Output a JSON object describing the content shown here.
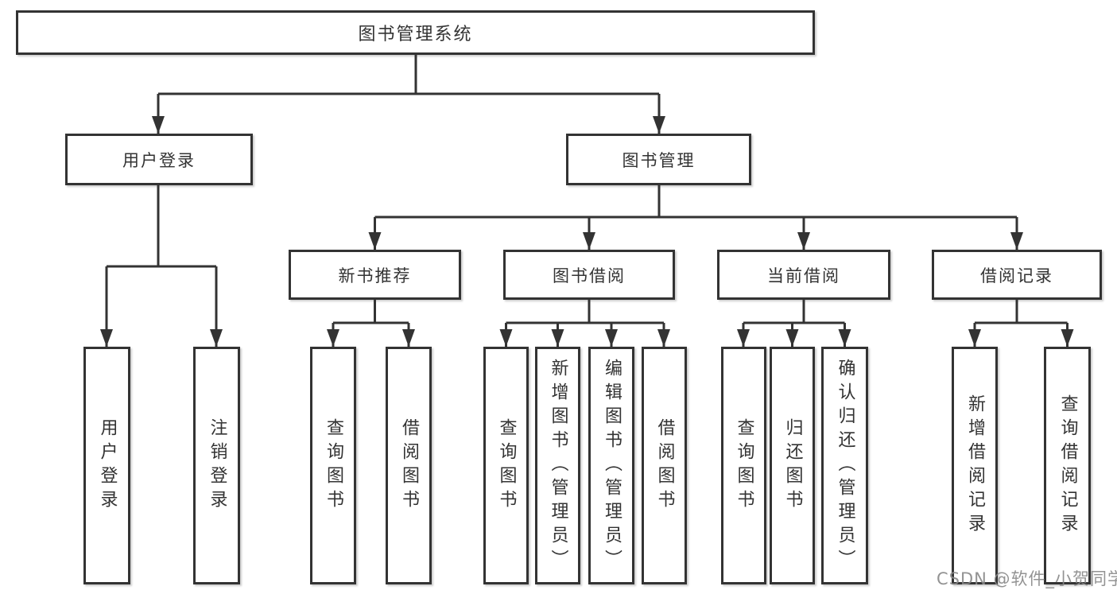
{
  "tree": {
    "label": "图书管理系统",
    "children": [
      {
        "label": "用户登录",
        "children": [
          {
            "label": "用户登录"
          },
          {
            "label": "注销登录"
          }
        ]
      },
      {
        "label": "图书管理",
        "children": [
          {
            "label": "新书推荐",
            "children": [
              {
                "label": "查询图书"
              },
              {
                "label": "借阅图书"
              }
            ]
          },
          {
            "label": "图书借阅",
            "children": [
              {
                "label": "查询图书"
              },
              {
                "label": "新增图书（管理员）"
              },
              {
                "label": "编辑图书（管理员）"
              },
              {
                "label": "借阅图书"
              }
            ]
          },
          {
            "label": "当前借阅",
            "children": [
              {
                "label": "查询图书"
              },
              {
                "label": "归还图书"
              },
              {
                "label": "确认归还（管理员）"
              }
            ]
          },
          {
            "label": "借阅记录",
            "children": [
              {
                "label": "新增借阅记录"
              },
              {
                "label": "查询借阅记录"
              }
            ]
          }
        ]
      }
    ]
  },
  "watermark": {
    "text": "CSDN @软件_小贺同学"
  },
  "colors": {
    "line": "#333333",
    "box_border": "#333333",
    "background": "#ffffff",
    "watermark": "#878787"
  }
}
